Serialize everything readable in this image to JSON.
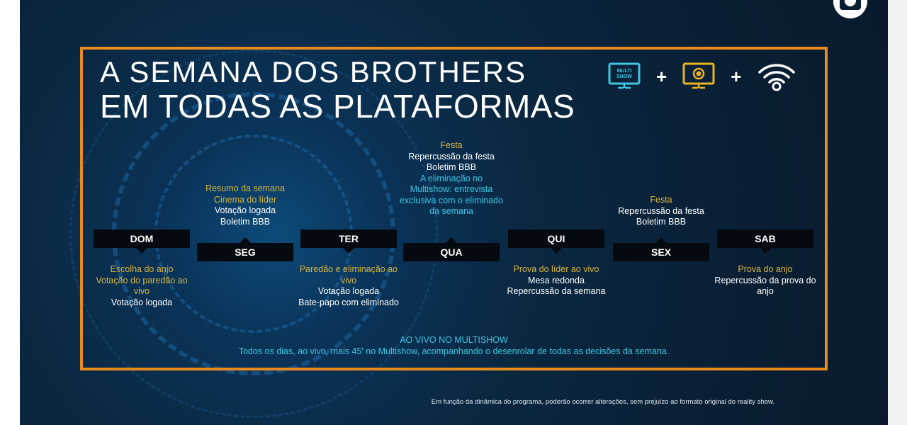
{
  "title_line1": "A SEMANA DOS BROTHERS",
  "title_line2": "EM TODAS AS PLATAFORMAS",
  "platform_icons": {
    "tv1_label": "MULTI SHOW",
    "plus": "+",
    "icons": [
      "multishow-tv-icon",
      "globo-tv-icon",
      "wifi-icon"
    ]
  },
  "colors": {
    "frame": "#e88a1c",
    "yellow": "#d9b43c",
    "cyan": "#3ec6e0"
  },
  "days": [
    {
      "label": "DOM",
      "items": [
        {
          "t": "Escolha do anjo",
          "c": "y"
        },
        {
          "t": "Votação do paredão ao vivo",
          "c": "y"
        },
        {
          "t": "Votação logada",
          "c": "w"
        }
      ]
    },
    {
      "label": "SEG",
      "items": [
        {
          "t": "Resumo da semana",
          "c": "y"
        },
        {
          "t": "Cinema do líder",
          "c": "y"
        },
        {
          "t": "Votação logada",
          "c": "w"
        },
        {
          "t": "Boletim BBB",
          "c": "w"
        }
      ]
    },
    {
      "label": "TER",
      "items": [
        {
          "t": "Paredão e eliminação ao vivo",
          "c": "y"
        },
        {
          "t": "Votação logada",
          "c": "w"
        },
        {
          "t": "Bate-papo com eliminado",
          "c": "w"
        }
      ]
    },
    {
      "label": "QUA",
      "items": [
        {
          "t": "Festa",
          "c": "y"
        },
        {
          "t": "Repercussão da festa",
          "c": "w"
        },
        {
          "t": "Boletim BBB",
          "c": "w"
        },
        {
          "t": "A eliminação no Multishow: entrevista exclusiva com o eliminado da semana",
          "c": "c"
        }
      ]
    },
    {
      "label": "QUI",
      "items": [
        {
          "t": "Prova do líder ao vivo",
          "c": "y"
        },
        {
          "t": "Mesa redonda",
          "c": "w"
        },
        {
          "t": "Repercussão da semana",
          "c": "w"
        }
      ]
    },
    {
      "label": "SEX",
      "items": [
        {
          "t": "Festa",
          "c": "y"
        },
        {
          "t": "Repercussão da festa",
          "c": "w"
        },
        {
          "t": "Boletim BBB",
          "c": "w"
        }
      ]
    },
    {
      "label": "SAB",
      "items": [
        {
          "t": "Prova do anjo",
          "c": "y"
        },
        {
          "t": "Repercussão da prova do anjo",
          "c": "w"
        }
      ]
    }
  ],
  "footer": {
    "heading": "AO VIVO NO MULTISHOW",
    "text": "Todos os dias, ao vivo, mais 45' no Multishow, acompanhando o desenrolar de todas as decisões da semana."
  },
  "disclaimer": "Em função da dinâmica do programa, poderão ocorrer alterações, sem prejuízo ao formato original do reality show."
}
